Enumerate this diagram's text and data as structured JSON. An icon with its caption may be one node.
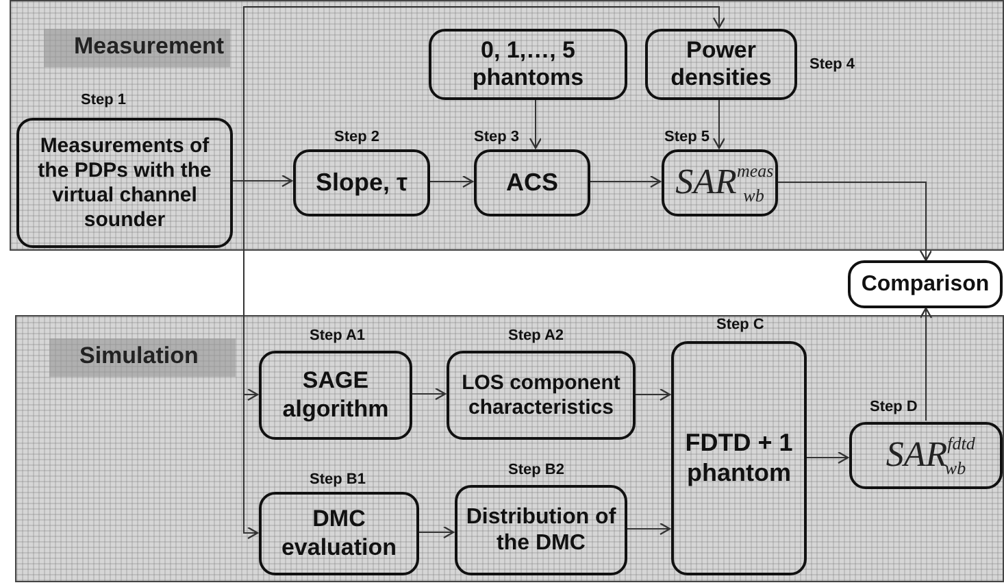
{
  "diagram": {
    "nodes": [
      {
        "text": [
          "Measurement"
        ]
      },
      {
        "text": [
          "Measurements of the PDPs with the virtual channel sounder"
        ],
        "in": 0,
        "beside": [
          "Step 1"
        ]
      },
      {
        "text": [
          "0, 1,…, 5 phantoms"
        ],
        "in": 0
      },
      {
        "text": [
          "Power densities"
        ],
        "in": 0,
        "beside": [
          "Step 4"
        ]
      },
      {
        "text": [
          "Slope, τ"
        ],
        "in": 0,
        "beside": [
          "Step 2"
        ]
      },
      {
        "text": [
          "ACS"
        ],
        "in": 0,
        "beside": [
          "Step 3"
        ]
      },
      {
        "text": [
          "SAR$^{meas}$$_{wb}$"
        ],
        "in": 0,
        "beside": [
          "Step 5"
        ]
      },
      {
        "text": [
          "Comparison"
        ]
      },
      {
        "text": [
          "Simulation"
        ]
      },
      {
        "text": [
          "SAGE algorithm"
        ],
        "in": 8,
        "beside": [
          "Step A1"
        ]
      },
      {
        "text": [
          "LOS component characteristics"
        ],
        "in": 8,
        "beside": [
          "Step A2"
        ]
      },
      {
        "text": [
          "FDTD + 1 phantom"
        ],
        "in": 8,
        "beside": [
          "Step C"
        ]
      },
      {
        "text": [
          "SAR$^{fdtd}$$_{wb}$"
        ],
        "in": 8,
        "beside": [
          "Step D"
        ]
      },
      {
        "text": [
          "DMC evaluation"
        ],
        "in": 8,
        "beside": [
          "Step B1"
        ]
      },
      {
        "text": [
          "Distribution of the DMC"
        ],
        "in": 8,
        "beside": [
          "Step B2"
        ]
      }
    ],
    "edges": [
      {
        "from": 1,
        "to": 4,
        "arrow": "to"
      },
      {
        "from": 1,
        "to": 3,
        "arrow": "to"
      },
      {
        "from": 1,
        "to": 9,
        "arrow": "to"
      },
      {
        "from": 1,
        "to": 13,
        "arrow": "to"
      },
      {
        "from": 4,
        "to": 5,
        "arrow": "to"
      },
      {
        "from": 2,
        "to": 5,
        "arrow": "to"
      },
      {
        "from": 5,
        "to": 6,
        "arrow": "to"
      },
      {
        "from": 3,
        "to": 6,
        "arrow": "to"
      },
      {
        "from": 6,
        "to": 7,
        "arrow": "to"
      },
      {
        "from": 9,
        "to": 10,
        "arrow": "to"
      },
      {
        "from": 10,
        "to": 11,
        "arrow": "to"
      },
      {
        "from": 13,
        "to": 14,
        "arrow": "to"
      },
      {
        "from": 14,
        "to": 11,
        "arrow": "to"
      },
      {
        "from": 11,
        "to": 12,
        "arrow": "to"
      },
      {
        "from": 12,
        "to": 7,
        "arrow": "to"
      }
    ]
  }
}
